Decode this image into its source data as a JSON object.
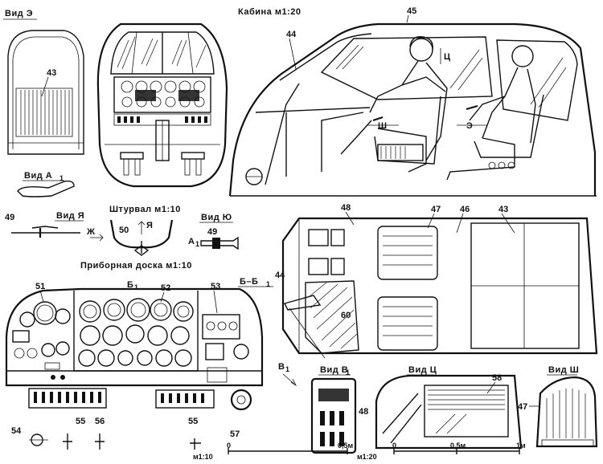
{
  "titles": {
    "view_e": "Вид Э",
    "cabin": "Кабина м1:20",
    "view_a1": "Вид А",
    "view_a1_sub": "1",
    "view_ya": "Вид Я",
    "yoke": "Штурвал м1:10",
    "view_yu": "Вид Ю",
    "panel": "Приборная доска м1:10",
    "section_b": "Б",
    "section_b_sub": "1",
    "section_bb": "Б–Б",
    "section_bb_sub": "1",
    "view_b1": "Вид В",
    "view_b1_sub": "1",
    "view_c": "Вид Ц",
    "view_sh": "Вид Ш"
  },
  "letters": {
    "zh": "Ж",
    "ya": "Я",
    "a1": "А",
    "a1_sub": "1",
    "v1": "В",
    "v1_sub": "1",
    "ts": "Ц",
    "sh": "Ш",
    "e": "Э"
  },
  "callouts": {
    "n43a": "43",
    "n44a": "44",
    "n45": "45",
    "n49a": "49",
    "n50": "50",
    "n49b": "49",
    "n48a": "48",
    "n47a": "47",
    "n46": "46",
    "n43b": "43",
    "n51": "51",
    "n52": "52",
    "n53": "53",
    "n44b": "44",
    "n60": "60",
    "n54": "54",
    "n55a": "55",
    "n56": "56",
    "n55b": "55",
    "n57": "57",
    "n48b": "48",
    "n58": "58",
    "n47b": "47"
  },
  "scales": {
    "left": {
      "zero": "0",
      "mid": "0,5м",
      "label": "м1:10"
    },
    "right": {
      "zero": "0",
      "mid": "0,5м",
      "end": "1м",
      "label": "м1:20"
    }
  }
}
